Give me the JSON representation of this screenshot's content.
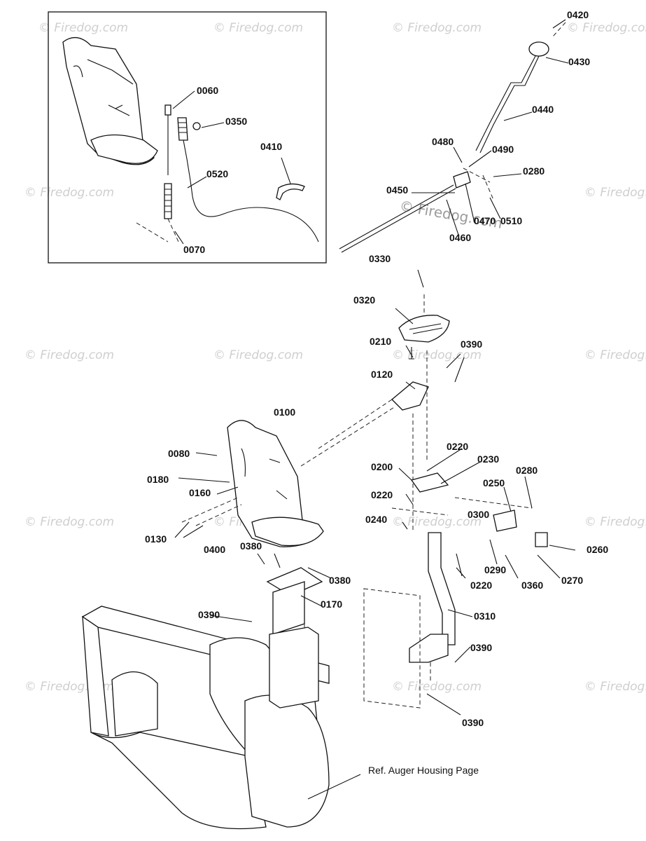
{
  "watermark": {
    "text": "© Firedog.com"
  },
  "center_watermark": {
    "text": "© Firedog.com"
  },
  "reference": {
    "text": "Ref. Auger Housing Page"
  },
  "parts": [
    {
      "id": "0060"
    },
    {
      "id": "0350"
    },
    {
      "id": "0410"
    },
    {
      "id": "0520"
    },
    {
      "id": "0070"
    },
    {
      "id": "0420"
    },
    {
      "id": "0430"
    },
    {
      "id": "0440"
    },
    {
      "id": "0480"
    },
    {
      "id": "0490"
    },
    {
      "id": "0280"
    },
    {
      "id": "0450"
    },
    {
      "id": "0470"
    },
    {
      "id": "0510"
    },
    {
      "id": "0460"
    },
    {
      "id": "0330"
    },
    {
      "id": "0320"
    },
    {
      "id": "0210"
    },
    {
      "id": "0390"
    },
    {
      "id": "0120"
    },
    {
      "id": "0100"
    },
    {
      "id": "0080"
    },
    {
      "id": "0180"
    },
    {
      "id": "0160"
    },
    {
      "id": "0130"
    },
    {
      "id": "0220"
    },
    {
      "id": "0230"
    },
    {
      "id": "0200"
    },
    {
      "id": "0280"
    },
    {
      "id": "0250"
    },
    {
      "id": "0220"
    },
    {
      "id": "0240"
    },
    {
      "id": "0300"
    },
    {
      "id": "0260"
    },
    {
      "id": "0290"
    },
    {
      "id": "0360"
    },
    {
      "id": "0270"
    },
    {
      "id": "0220"
    },
    {
      "id": "0400"
    },
    {
      "id": "0380"
    },
    {
      "id": "0380"
    },
    {
      "id": "0170"
    },
    {
      "id": "0390"
    },
    {
      "id": "0310"
    },
    {
      "id": "0390"
    },
    {
      "id": "0390"
    }
  ]
}
